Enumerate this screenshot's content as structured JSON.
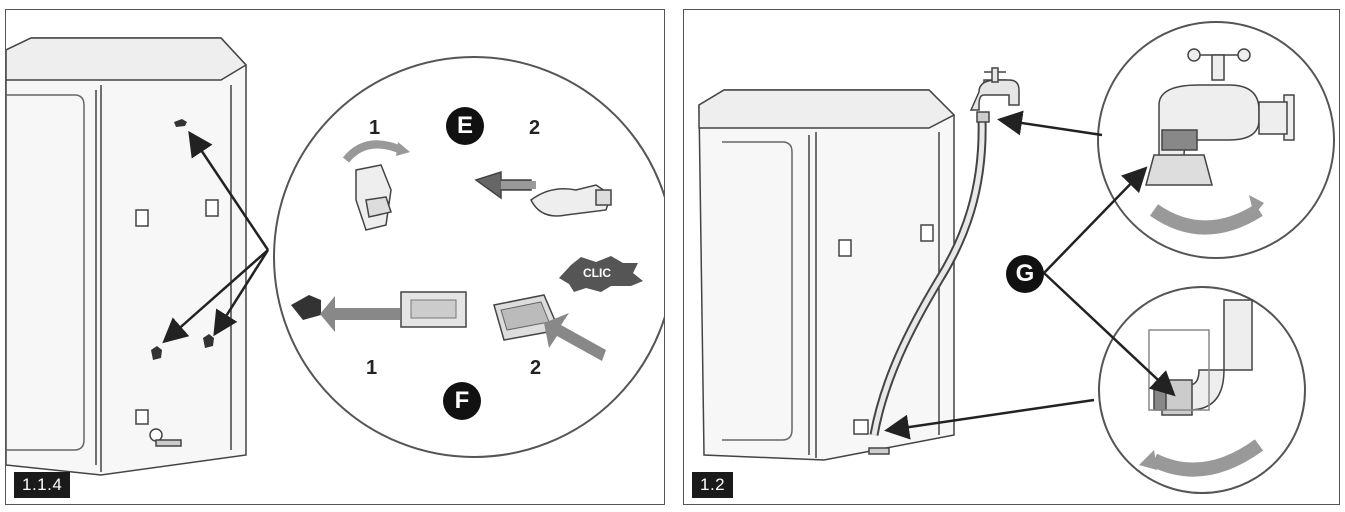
{
  "panels": {
    "left": {
      "figure_label": "1.1.4",
      "step_1_top": "1",
      "step_2_top": "2",
      "step_1_bottom": "1",
      "step_2_bottom": "2",
      "badge_e": "E",
      "badge_f": "F",
      "clic_text": "CLIC"
    },
    "right": {
      "figure_label": "1.2",
      "badge_g": "G"
    }
  },
  "colors": {
    "stroke": "#333333",
    "fill_light": "#f2f2f2",
    "arrow_grey": "#9a9a9a",
    "badge": "#111111"
  }
}
